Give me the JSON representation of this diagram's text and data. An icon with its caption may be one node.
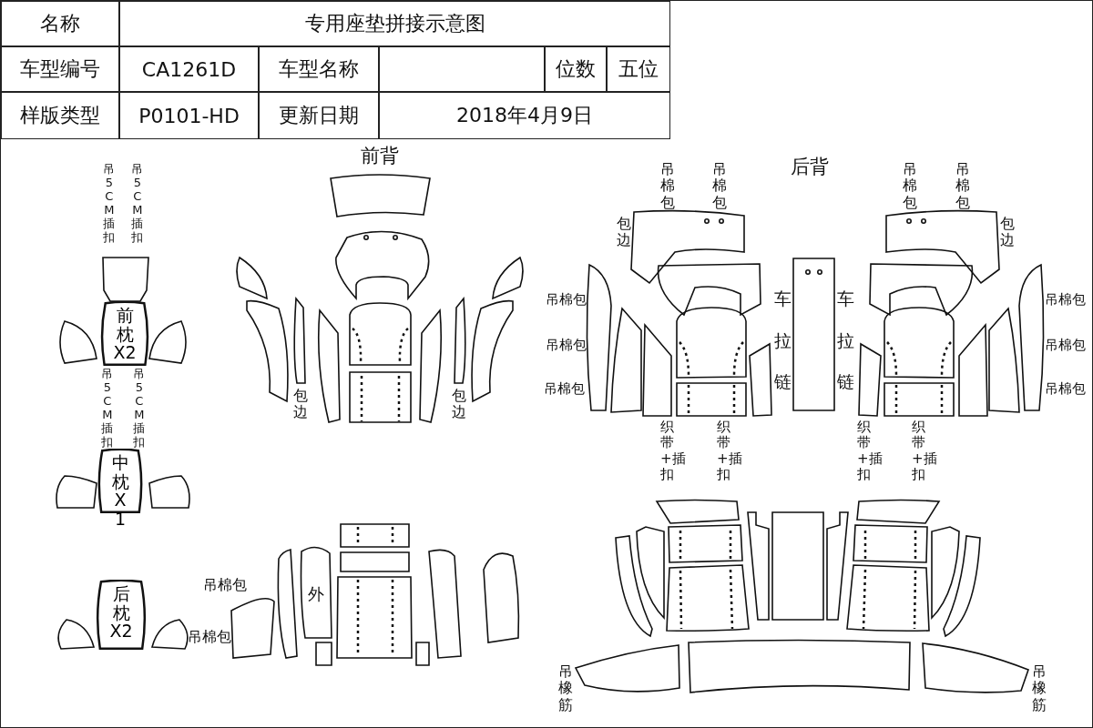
{
  "diagram": {
    "title": "专用座垫拼接示意图",
    "nodes": [
      {
        "text": [
          "前枕X2"
        ]
      },
      {
        "text": [
          "中枕X1"
        ]
      },
      {
        "text": [
          "后枕X2"
        ]
      }
    ],
    "labels": [
      "名称",
      "车型编号",
      "CA1261D",
      "车型名称",
      "位数",
      "五位",
      "样版类型",
      "P0101-HD",
      "更新日期",
      "2018年4月9日",
      "前背",
      "后背",
      "吊5CM插扣",
      "吊5CM插扣",
      "吊棉包",
      "吊棉包",
      "吊棉包",
      "吊棉包",
      "包边",
      "包边",
      "吊棉包",
      "吊棉包",
      "车拉链",
      "车拉链",
      "吊棉包",
      "吊棉包",
      "吊5CM插扣",
      "吊5CM插扣",
      "吊棉包",
      "吊棉包",
      "包边",
      "包边",
      "织带+插扣",
      "织带+插扣",
      "织带+插扣",
      "织带+插扣",
      "吊棉包",
      "外",
      "吊棉包",
      "吊橡筋",
      "吊橡筋"
    ]
  }
}
